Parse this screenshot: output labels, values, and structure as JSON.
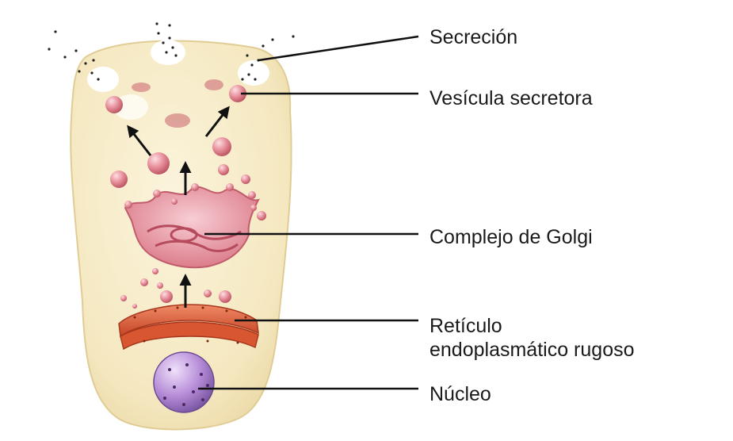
{
  "diagram": {
    "labels": [
      {
        "key": "secrecion",
        "lines": [
          "Secreción"
        ]
      },
      {
        "key": "vesicula",
        "lines": [
          "Vesícula secretora"
        ]
      },
      {
        "key": "golgi",
        "lines": [
          "Complejo de Golgi"
        ]
      },
      {
        "key": "reticulo",
        "lines": [
          "Retículo",
          "endoplasmático rugoso"
        ]
      },
      {
        "key": "nucleo",
        "lines": [
          "Núcleo"
        ]
      }
    ]
  },
  "colors": {
    "cell": "#f7ecc8",
    "cell_edge": "#e6d6a6",
    "vesicle": "#e28c98",
    "golgi": "#eca2ae",
    "reticulum": "#de5e3c",
    "nucleus": "#b58ed6",
    "line": "#111111"
  }
}
